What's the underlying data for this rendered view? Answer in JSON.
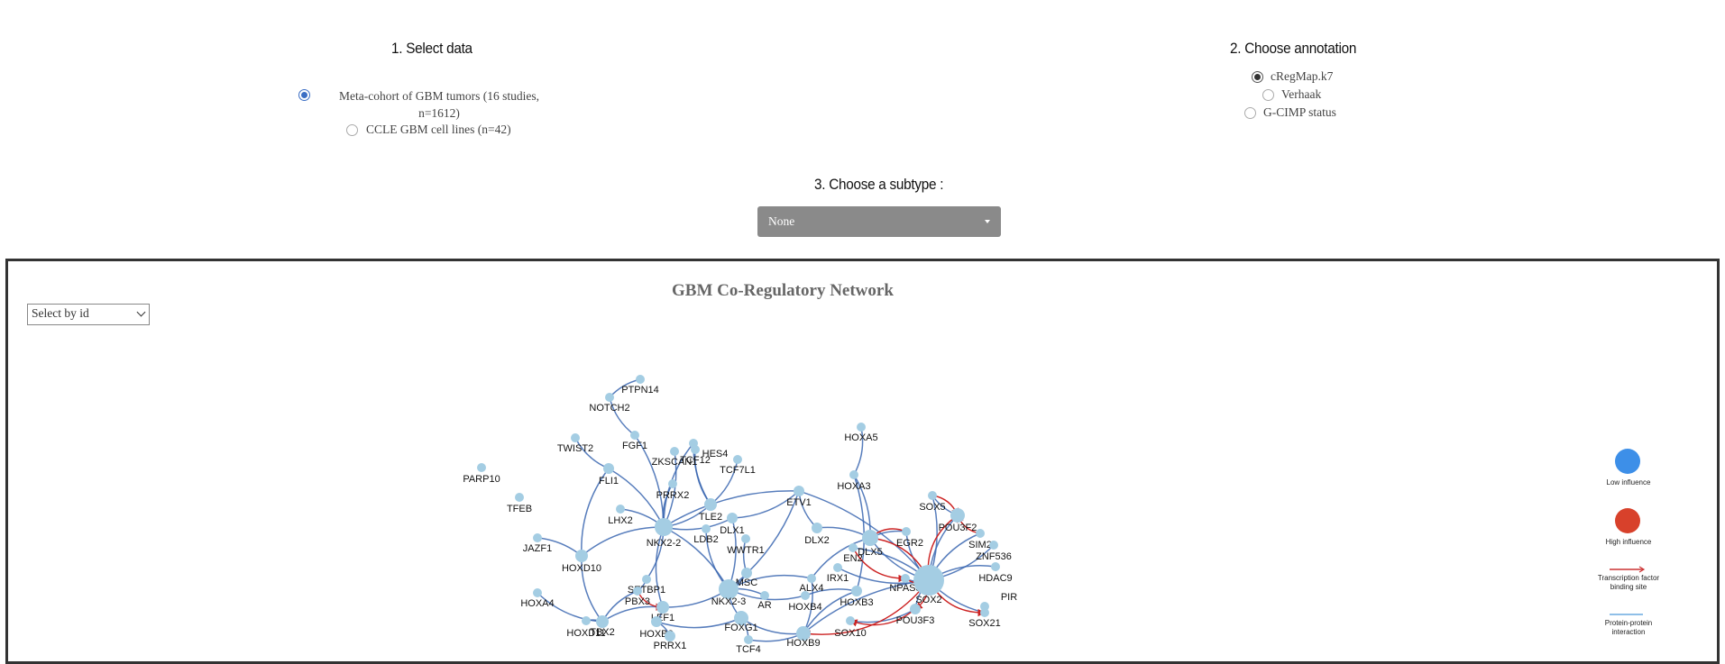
{
  "section1": {
    "heading": "1. Select data",
    "options": [
      {
        "label_line1": "Meta-cohort of GBM tumors (16 studies,",
        "label_line2": "n=1612)",
        "selected": true
      },
      {
        "label": "CCLE GBM cell lines (n=42)",
        "selected": false
      }
    ]
  },
  "section2": {
    "heading": "2. Choose annotation",
    "options": [
      {
        "label": "cRegMap.k7",
        "selected": true
      },
      {
        "label": "Verhaak",
        "selected": false
      },
      {
        "label": "G-CIMP status",
        "selected": false
      }
    ]
  },
  "section3": {
    "heading": "3. Choose a subtype :",
    "selected_value": "None"
  },
  "network": {
    "title": "GBM Co-Regulatory Network",
    "select_by_id_placeholder": "Select by id",
    "legend": {
      "low": "Low influence",
      "high": "High influence",
      "tf_line1": "Transcription factor",
      "tf_line2": "binding site",
      "ppi_line1": "Protein-protein",
      "ppi_line2": "interaction",
      "low_color": "#3d8fe8",
      "high_color": "#d8412b",
      "tf_edge_color": "#cc3333",
      "ppi_edge_color": "#8fbfe8"
    },
    "node_color": "#a4cde3",
    "edge_color": "#3a66b0",
    "tf_edge_color": "#cc2222",
    "nodes": [
      "PTPN14",
      "NOTCH2",
      "TWIST2",
      "FGF1",
      "HES4",
      "ZKSCAN1",
      "TCF12",
      "TCF7L1",
      "HOXA5",
      "PARP10",
      "FLI1",
      "HOXA3",
      "TFEB",
      "PRRX2",
      "ETV1",
      "SOX5",
      "LHX2",
      "TLE2",
      "DLX1",
      "POU3F2",
      "LDB2",
      "DLX2",
      "JAZF1",
      "NKX2-2",
      "EGR2",
      "SIM2",
      "DLX5",
      "WWTR1",
      "ZNF536",
      "EN2",
      "HOXD10",
      "HDAC9",
      "IRX1",
      "ALX4",
      "MSC",
      "NPAS3",
      "SETBP1",
      "PIR",
      "PBX3",
      "NKX2-3",
      "AR",
      "HOXB4",
      "HOXB3",
      "SOX2",
      "HOXA4",
      "SOX21",
      "LEF1",
      "POU3F3",
      "HOXD11",
      "TBX2",
      "FOXG1",
      "HOXB2",
      "SOX10",
      "PRRX1",
      "HOXB9",
      "TCF4"
    ]
  }
}
